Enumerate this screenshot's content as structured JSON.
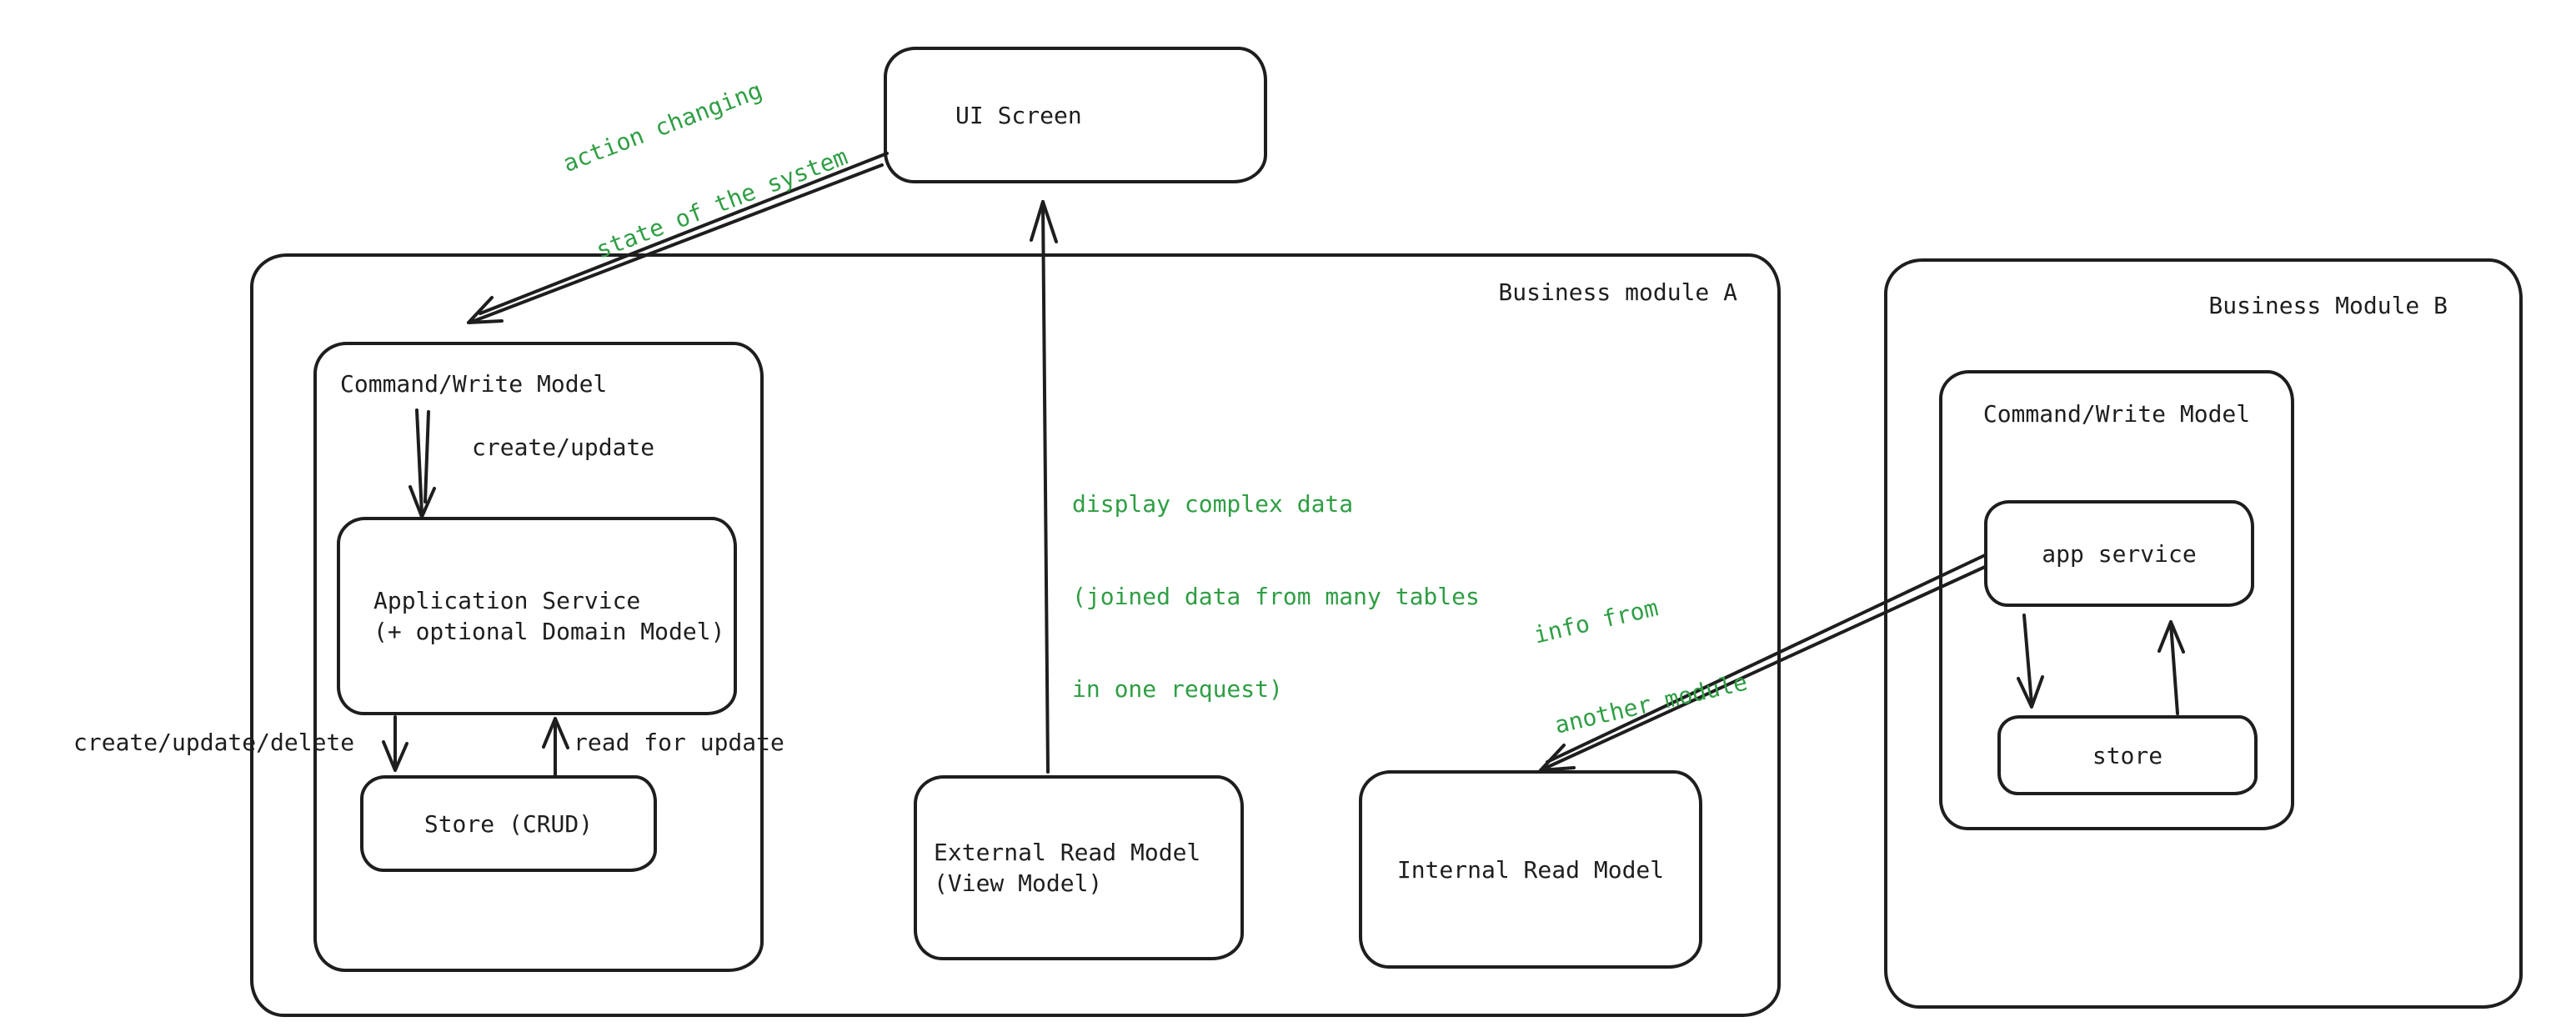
{
  "canvas": {
    "background": "#ffffff",
    "ink": "#1e1e1e",
    "green": "#2f9e44"
  },
  "nodes": {
    "ui_screen": "UI Screen",
    "module_a": "Business module A",
    "command_write_a": "Command/Write Model",
    "app_service_a": [
      "Application Service",
      "(+ optional Domain Model)"
    ],
    "store_a": "Store (CRUD)",
    "external_read": [
      "External Read Model",
      "(View Model)"
    ],
    "internal_read": "Internal Read Model",
    "module_b": "Business Module B",
    "command_write_b": "Command/Write Model",
    "app_service_b": "app service",
    "store_b": "store"
  },
  "edge_labels": {
    "action_changing": [
      "action changing",
      "state of the system"
    ],
    "create_update": "create/update",
    "create_update_delete": "create/update/delete",
    "read_for_update": "read for update",
    "display_complex": [
      "display complex data",
      "(joined data from many tables",
      "in one request)"
    ],
    "info_from_module": [
      "info from",
      "another module"
    ]
  }
}
